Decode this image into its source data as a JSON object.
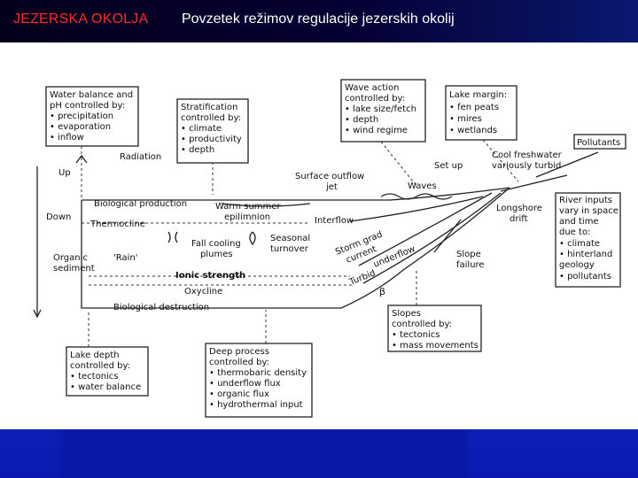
{
  "header": {
    "left_title": "JEZERSKA OKOLJA",
    "right_title": "Povzetek režimov regulacije jezerskih okolij"
  },
  "colors": {
    "header_bg": "#050033",
    "left_title": "#ff2a2a",
    "right_title": "#ffffff",
    "footer_bg": "#0a1ab0"
  },
  "boxes": {
    "water_balance": [
      "Water balance and",
      "pH controlled by:",
      "• precipitation",
      "• evaporation",
      "• inflow"
    ],
    "stratification": [
      "Stratification",
      "controlled by:",
      "• climate",
      "• productivity",
      "• depth"
    ],
    "wave_action": [
      "Wave action",
      "controlled by:",
      "• lake size/fetch",
      "• depth",
      "• wind regime"
    ],
    "lake_margin": [
      "Lake margin:",
      "• fen peats",
      "• mires",
      "• wetlands"
    ],
    "pollutants": "Pollutants",
    "river_inputs": [
      "River inputs",
      "vary in space",
      "and time",
      "due to:",
      "• climate",
      "• hinterland",
      "  geology",
      "• pollutants"
    ],
    "slopes": [
      "Slopes",
      "controlled by:",
      "• tectonics",
      "• mass movements"
    ],
    "lake_depth": [
      "Lake depth",
      "controlled by:",
      "• tectonics",
      "• water balance"
    ],
    "deep_process": [
      "Deep process",
      "controlled by:",
      "• thermobaric density",
      "• underflow flux",
      "• organic flux",
      "• hydrothermal input"
    ]
  },
  "labels": {
    "up": "Up",
    "down": "Down",
    "radiation": "Radiation",
    "biological_production": "Biological  production",
    "thermocline": "Thermocline",
    "warm_summer": "Warm summer",
    "epilimnion": "epilimnion",
    "surface_outflow": "Surface outflow",
    "jet": "jet",
    "waves": "Waves",
    "set_up": "Set up",
    "cool_freshwater": "Cool freshwater",
    "variously_turbid": "variously turbid",
    "longshore": "Longshore",
    "drift": "drift",
    "interflow": "Interflow",
    "fall_cooling": "Fall cooling",
    "plumes": "plumes",
    "seasonal": "Seasonal",
    "turnover": "turnover",
    "storm_grad": "Storm grad",
    "current": "current",
    "underflow": "underflow",
    "turbid": "Turbid",
    "slope": "Slope",
    "failure": "failure",
    "organic": "Organic",
    "sediment": "sediment",
    "rain": "'Rain'",
    "ionic_strength": "Ionic strength",
    "oxycline": "Oxycline",
    "biological_destruction": "Biological destruction",
    "beta": "β"
  }
}
